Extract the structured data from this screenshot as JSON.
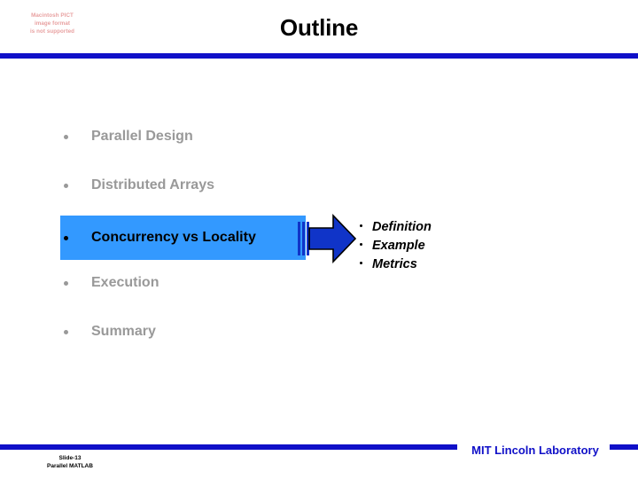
{
  "slide": {
    "title": "Outline",
    "logo_placeholder": "Macintosh PICT\nimage format\nis not supported",
    "accent_color": "#1010c8",
    "highlight_color": "#3399ff",
    "arrow_color": "#1034c8",
    "muted_text_color": "#999999"
  },
  "outline": {
    "items": [
      {
        "label": "Parallel Design",
        "state": "normal"
      },
      {
        "label": "Distributed Arrays",
        "state": "normal"
      },
      {
        "label": "Concurrency vs Locality",
        "state": "highlighted"
      },
      {
        "label": "Execution",
        "state": "normal"
      },
      {
        "label": "Summary",
        "state": "normal"
      }
    ]
  },
  "sub_bullets": {
    "items": [
      {
        "label": "Definition"
      },
      {
        "label": "Example"
      },
      {
        "label": "Metrics"
      }
    ]
  },
  "footer": {
    "slide_number": "Slide-13",
    "deck_name": "Parallel MATLAB",
    "organization": "MIT Lincoln Laboratory"
  }
}
